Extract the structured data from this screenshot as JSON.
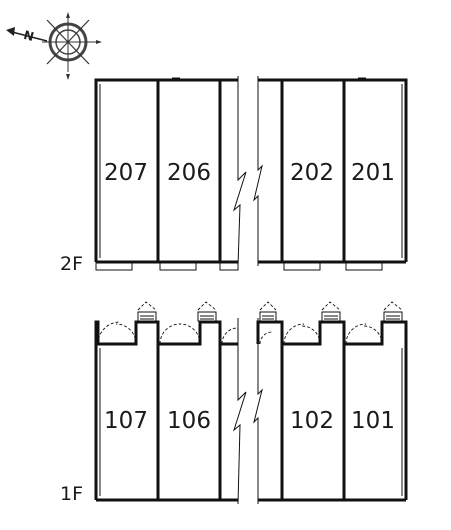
{
  "compass": {
    "north_letter": "N"
  },
  "floors": [
    {
      "label": "2F",
      "rooms": [
        {
          "number": "207",
          "side": "left"
        },
        {
          "number": "206",
          "side": "left"
        },
        {
          "number": "202",
          "side": "right"
        },
        {
          "number": "201",
          "side": "right"
        }
      ]
    },
    {
      "label": "1F",
      "rooms": [
        {
          "number": "107",
          "side": "left"
        },
        {
          "number": "106",
          "side": "left"
        },
        {
          "number": "102",
          "side": "right"
        },
        {
          "number": "101",
          "side": "right"
        }
      ]
    }
  ]
}
